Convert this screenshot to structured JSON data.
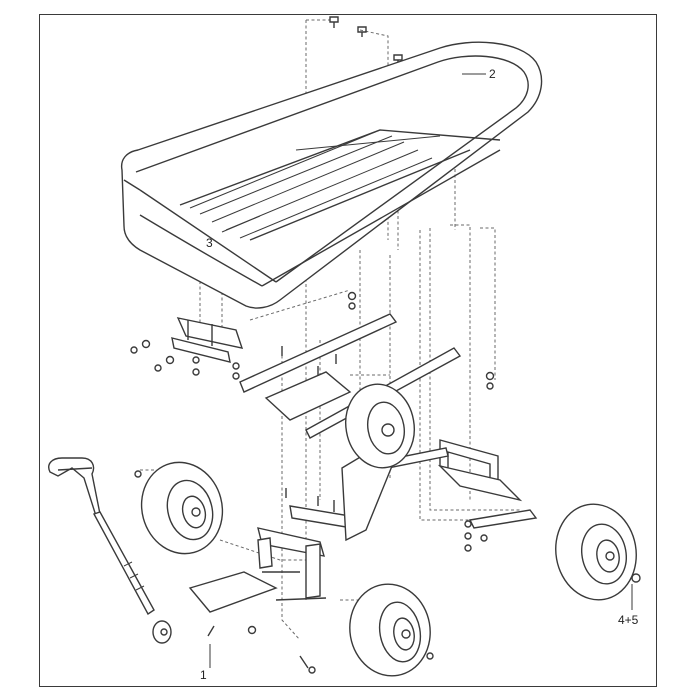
{
  "callouts": {
    "c1": "1",
    "c2": "2",
    "c3": "3",
    "c45": "4+5"
  },
  "colors": {
    "line": "#3a3a3a",
    "dash": "#6a6a6a",
    "fill": "#f4f4f4"
  }
}
